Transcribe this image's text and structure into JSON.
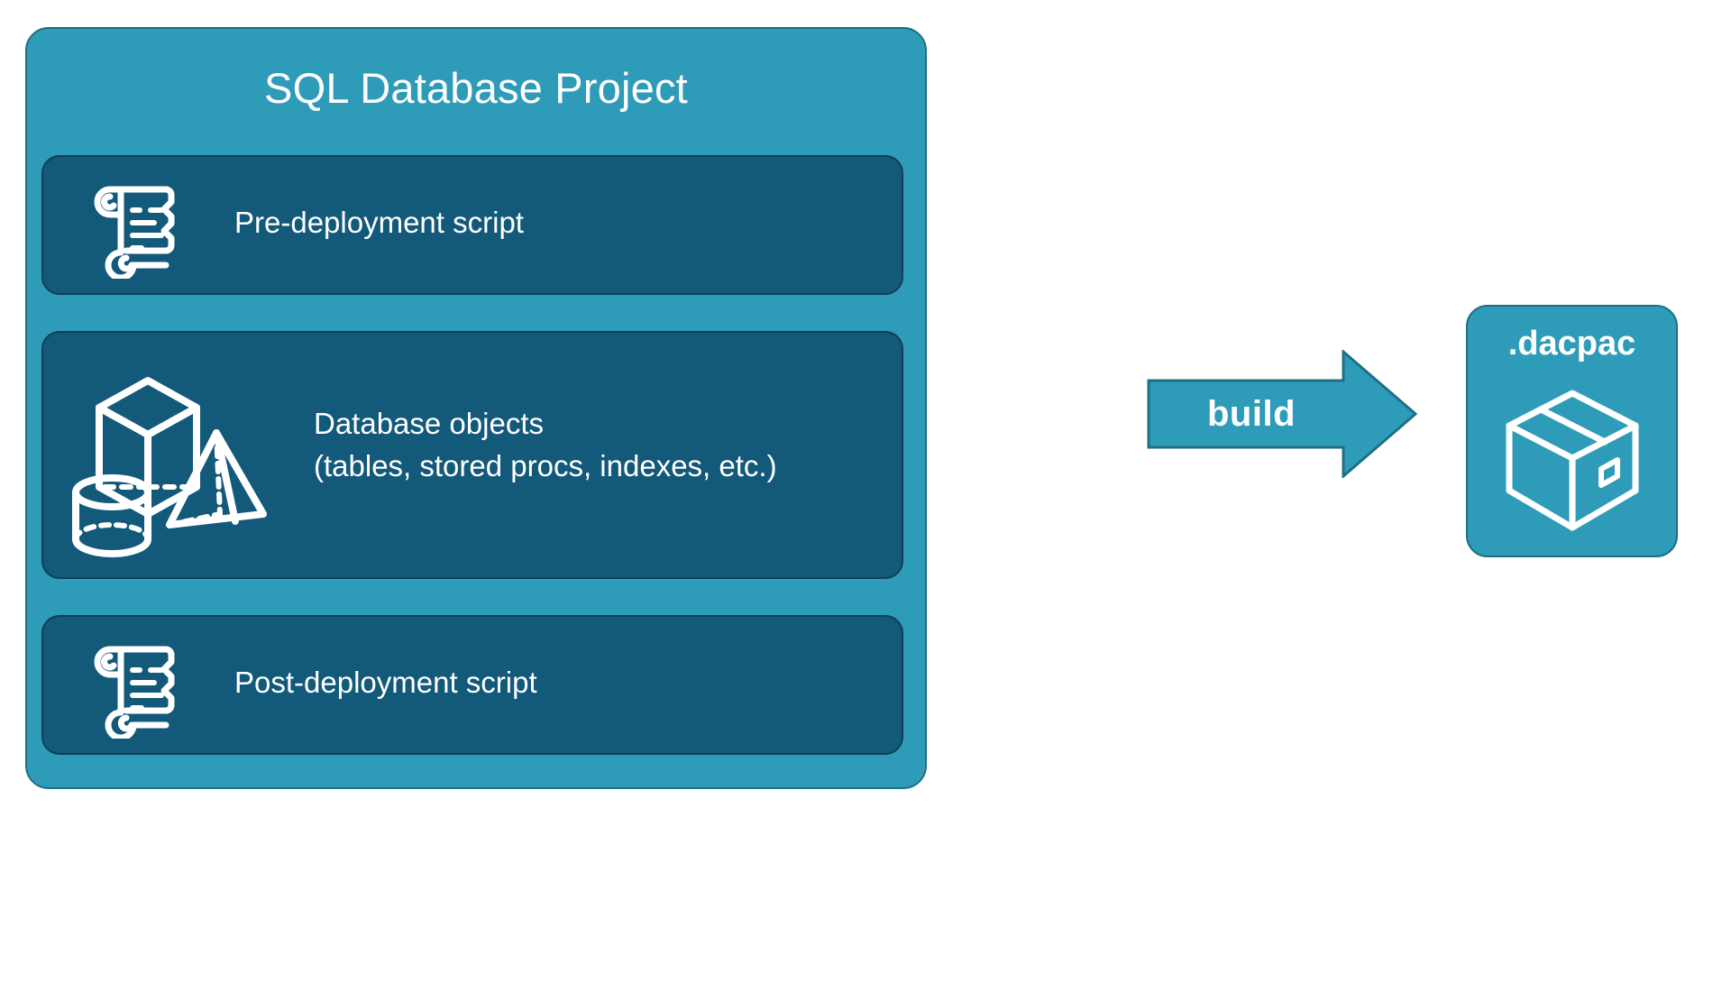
{
  "diagram": {
    "title": "SQL Database Project",
    "background_color": "#FFFFFF",
    "container_color": "#2E9CB9",
    "card_color": "#13597A",
    "text_color": "#FFFFFF",
    "outline_color": "#1F6E84"
  },
  "project": {
    "title": "SQL Database Project",
    "cards": [
      {
        "id": "pre-deployment",
        "label": "Pre-deployment script",
        "icon": "scroll-icon"
      },
      {
        "id": "database-objects",
        "label": "Database objects\n(tables, stored procs, indexes, etc.)",
        "icon": "3d-shapes-icon"
      },
      {
        "id": "post-deployment",
        "label": "Post-deployment script",
        "icon": "scroll-icon"
      }
    ]
  },
  "arrow": {
    "label": "build",
    "direction": "right",
    "color": "#2E9CB9",
    "outline_color": "#1F6E84"
  },
  "output": {
    "label": ".dacpac",
    "icon": "package-box-icon",
    "color": "#2E9CB9"
  }
}
